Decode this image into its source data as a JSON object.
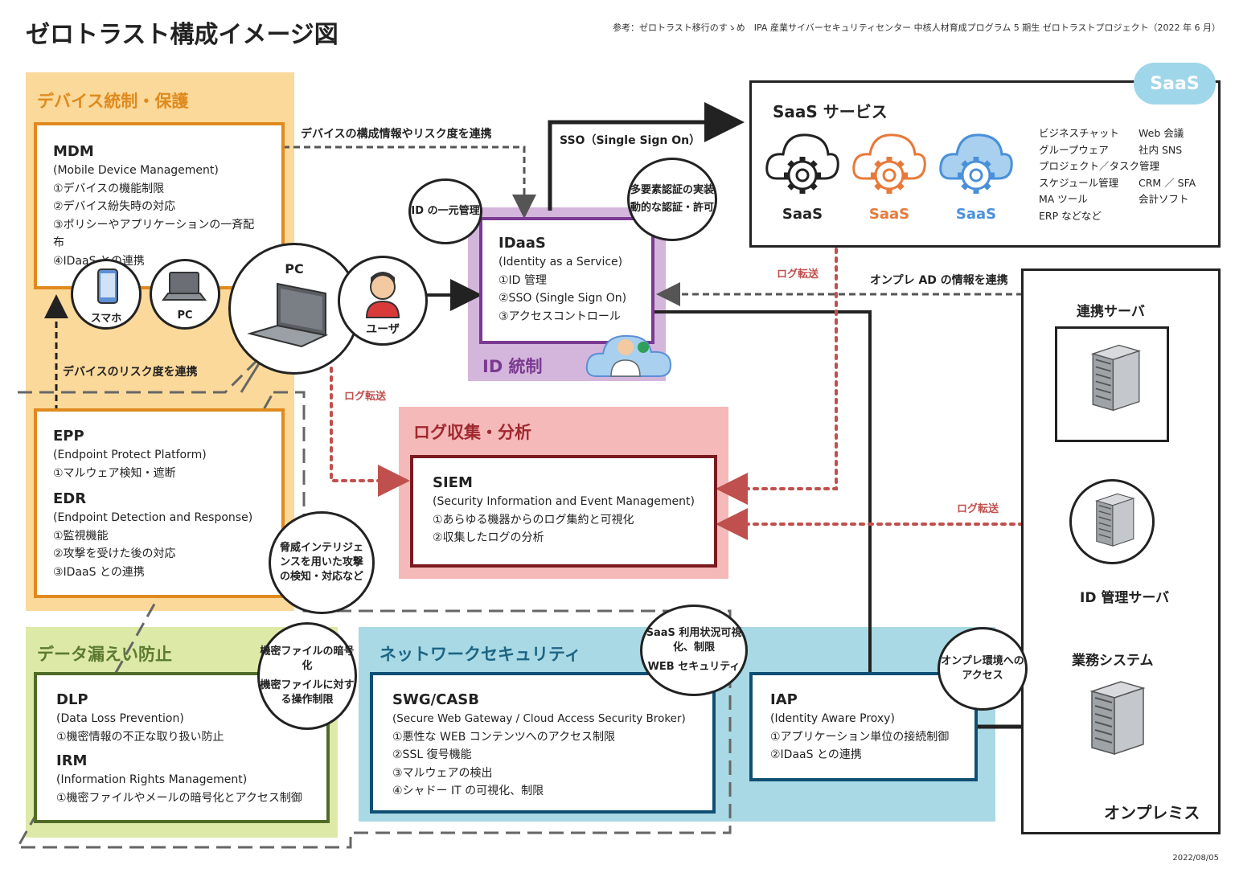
{
  "title": "ゼロトラスト構成イメージ図",
  "reference": "参考：ゼロトラスト移行のすゝめ　IPA 産業サイバーセキュリティセンター 中核人材育成プログラム 5 期生 ゼロトラストプロジェクト（2022 年 6 月）",
  "date": "2022/08/05",
  "device": {
    "title": "デバイス統制・保護",
    "mdm": {
      "name": "MDM",
      "full": "(Mobile Device Management)",
      "items": [
        "①デバイスの機能制限",
        "②デバイス紛失時の対応",
        "③ポリシーやアプリケーションの一斉配布",
        "④IDaaS との連携"
      ]
    },
    "epp": {
      "name": "EPP",
      "full": "(Endpoint Protect Platform)",
      "items": [
        "①マルウェア検知・遮断"
      ]
    },
    "edr": {
      "name": "EDR",
      "full": "(Endpoint Detection and Response)",
      "items": [
        "①監視機能",
        "②攻撃を受けた後の対応",
        "③IDaaS との連携"
      ]
    },
    "bubble": "脅威インテリジェンスを用いた攻撃の検知・対応など",
    "risk_link": "デバイスのリスク度を連携",
    "config_link": "デバイスの構成情報やリスク度を連携"
  },
  "devices": {
    "smartphone": "スマホ",
    "pc_small": "PC",
    "pc": "PC",
    "user": "ユーザ"
  },
  "id": {
    "title": "ID 統制",
    "name": "IDaaS",
    "full": "(Identity as a Service)",
    "items": [
      "①ID 管理",
      "②SSO (Single Sign On)",
      "③アクセスコントロール"
    ],
    "bubble_left": "ID の一元管理",
    "bubble_right_1": "多要素認証の実装",
    "bubble_right_2": "動的な認証・許可",
    "sso_label": "SSO（Single Sign On）"
  },
  "saas": {
    "badge": "SaaS",
    "title": "SaaS サービス",
    "icons": [
      {
        "label": "SaaS",
        "color": "#222222"
      },
      {
        "label": "SaaS",
        "color": "#e8793a"
      },
      {
        "label": "SaaS",
        "color": "#4a90d9"
      }
    ],
    "list_left": [
      "ビジネスチャット",
      "グループウェア",
      "プロジェクト／タスク管理",
      "スケジュール管理",
      "MA ツール",
      "ERP などなど"
    ],
    "list_right": [
      "Web 会議",
      "社内 SNS",
      "",
      "CRM ／ SFA",
      "会計ソフト"
    ]
  },
  "log": {
    "title": "ログ収集・分析",
    "name": "SIEM",
    "full": "(Security Information and Event Management)",
    "items": [
      "①あらゆる機器からのログ集約と可視化",
      "②収集したログの分析"
    ],
    "transfer": "ログ転送"
  },
  "onprem": {
    "title": "オンプレミス",
    "ad_link": "オンプレ AD の情報を連携",
    "link_server": "連携サーバ",
    "id_server": "ID 管理サーバ",
    "business": "業務システム",
    "bubble": "オンプレ環境へのアクセス"
  },
  "dlp": {
    "title": "データ漏えい防止",
    "dlp": {
      "name": "DLP",
      "full": "(Data Loss Prevention)",
      "items": [
        "①機密情報の不正な取り扱い防止"
      ]
    },
    "irm": {
      "name": "IRM",
      "full": "(Information Rights Management)",
      "items": [
        "①機密ファイルやメールの暗号化とアクセス制御"
      ]
    },
    "bubble_1": "機密ファイルの暗号化",
    "bubble_2": "機密ファイルに対する操作制限"
  },
  "network": {
    "title": "ネットワークセキュリティ",
    "swg": {
      "name": "SWG/CASB",
      "full": "(Secure Web Gateway / Cloud Access Security Broker)",
      "items": [
        "①悪性な WEB コンテンツへのアクセス制限",
        "②SSL 復号機能",
        "③マルウェアの検出",
        "④シャドー IT の可視化、制限"
      ]
    },
    "iap": {
      "name": "IAP",
      "full": "(Identity Aware Proxy)",
      "items": [
        "①アプリケーション単位の接続制御",
        "②IDaaS との連携"
      ]
    },
    "bubble_1": "SaaS 利用状況可視化、制限",
    "bubble_2": "WEB セキュリティ"
  }
}
